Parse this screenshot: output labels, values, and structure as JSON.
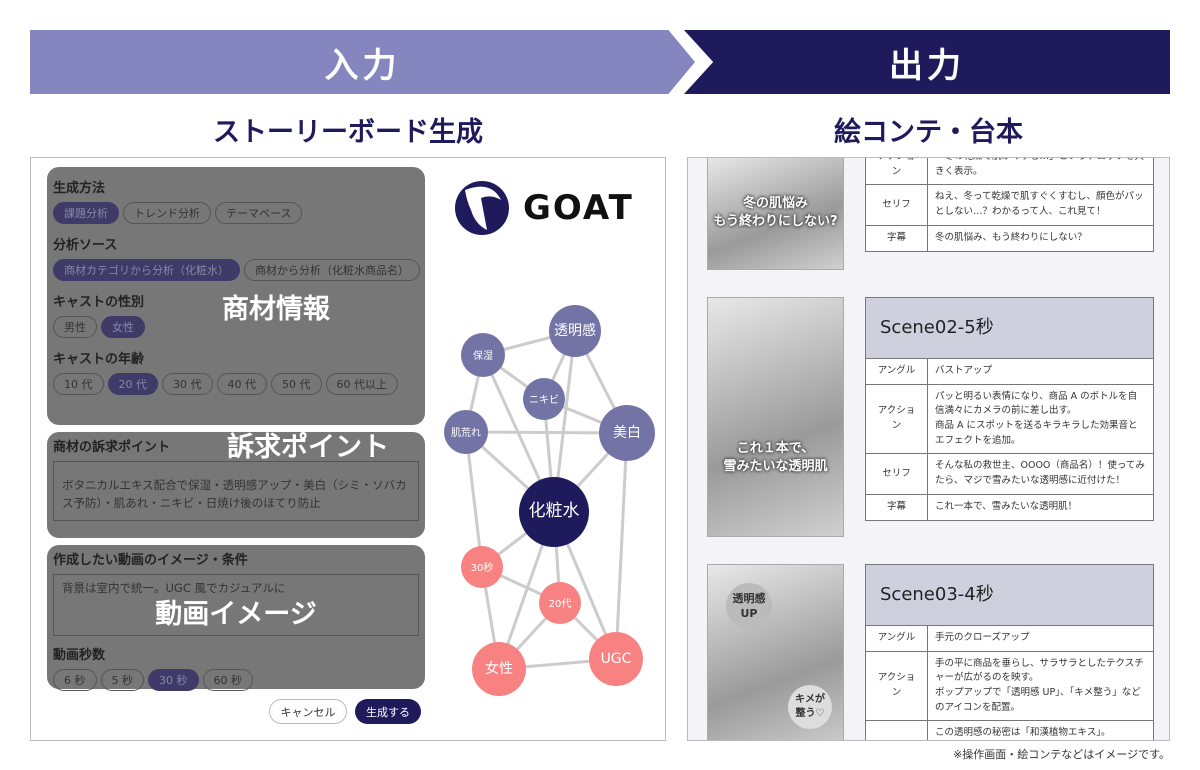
{
  "banner": {
    "input": "入力",
    "output": "出力"
  },
  "subtitles": {
    "left": "ストーリーボード生成",
    "right": "絵コンテ・台本"
  },
  "logo": {
    "text": "GOAT"
  },
  "form": {
    "method": {
      "label": "生成方法",
      "options": [
        "課題分析",
        "トレンド分析",
        "テーマベース"
      ],
      "selected": "課題分析"
    },
    "source": {
      "label": "分析ソース",
      "options": [
        "商材カテゴリから分析（化粧水）",
        "商材から分析（化粧水商品名）"
      ],
      "selected": "商材カテゴリから分析（化粧水）"
    },
    "gender": {
      "label": "キャストの性別",
      "options": [
        "男性",
        "女性"
      ],
      "selected": "女性"
    },
    "age": {
      "label": "キャストの年齢",
      "options": [
        "10 代",
        "20 代",
        "30 代",
        "40 代",
        "50 代",
        "60 代以上"
      ],
      "selected": "20 代"
    },
    "overlay1": "商材情報",
    "appeal": {
      "label": "商材の訴求ポイント",
      "value": "ボタニカルエキス配合で保湿・透明感アップ・美白（シミ・ソバカス予防）・肌あれ・ニキビ・日焼け後のほてり防止",
      "overlay": "訴求ポイント"
    },
    "image": {
      "label": "作成したい動画のイメージ・条件",
      "value": "背景は室内で統一。UGC 風でカジュアルに",
      "overlay": "動画イメージ"
    },
    "seconds": {
      "label": "動画秒数",
      "options": [
        "6 秒",
        "5 秒",
        "30 秒",
        "60 秒"
      ],
      "selected": "30 秒"
    },
    "cancel": "キャンセル",
    "generate": "生成する"
  },
  "graph": {
    "colors": {
      "center": "#1e1a5c",
      "topic": "#7473a6",
      "attr": "#f88282",
      "edge": "#cccccc"
    },
    "nodes": [
      {
        "id": "保湿",
        "type": "topic"
      },
      {
        "id": "透明感",
        "type": "topic"
      },
      {
        "id": "ニキビ",
        "type": "topic"
      },
      {
        "id": "肌荒れ",
        "type": "topic"
      },
      {
        "id": "美白",
        "type": "topic"
      },
      {
        "id": "化粧水",
        "type": "center"
      },
      {
        "id": "30秒",
        "type": "attr"
      },
      {
        "id": "20代",
        "type": "attr"
      },
      {
        "id": "女性",
        "type": "attr"
      },
      {
        "id": "UGC",
        "type": "attr"
      }
    ],
    "edges": [
      [
        "保湿",
        "透明感"
      ],
      [
        "保湿",
        "ニキビ"
      ],
      [
        "保湿",
        "肌荒れ"
      ],
      [
        "保湿",
        "化粧水"
      ],
      [
        "透明感",
        "ニキビ"
      ],
      [
        "透明感",
        "化粧水"
      ],
      [
        "透明感",
        "美白"
      ],
      [
        "ニキビ",
        "美白"
      ],
      [
        "ニキビ",
        "化粧水"
      ],
      [
        "肌荒れ",
        "美白"
      ],
      [
        "肌荒れ",
        "化粧水"
      ],
      [
        "肌荒れ",
        "30秒"
      ],
      [
        "美白",
        "化粧水"
      ],
      [
        "美白",
        "UGC"
      ],
      [
        "化粧水",
        "30秒"
      ],
      [
        "化粧水",
        "20代"
      ],
      [
        "化粧水",
        "女性"
      ],
      [
        "化粧水",
        "UGC"
      ],
      [
        "30秒",
        "20代"
      ],
      [
        "30秒",
        "女性"
      ],
      [
        "20代",
        "女性"
      ],
      [
        "20代",
        "UGC"
      ],
      [
        "女性",
        "UGC"
      ]
    ]
  },
  "storyboard": {
    "scene1": {
      "image_caption": "冬の肌悩み\nもう終わりにしない?",
      "rows": [
        {
          "k": "アクション",
          "v": "「冬の乾燥で肌がくすむ…」というテロップを大きく表示。"
        },
        {
          "k": "セリフ",
          "v": "ねえ、冬って乾燥で肌すぐくすむし、顔色がパッとしない…？わかるって人、これ見て！"
        },
        {
          "k": "字幕",
          "v": "冬の肌悩み、もう終わりにしない？"
        }
      ]
    },
    "scene2": {
      "title": "Scene02-5秒",
      "image_caption": "これ１本で、\n雪みたいな透明肌",
      "rows": [
        {
          "k": "アングル",
          "v": "バストアップ"
        },
        {
          "k": "アクション",
          "v": "パッと明るい表情になり、商品 A のボトルを自信満々にカメラの前に差し出す。\n商品 A にスポットを送るキラキラした効果音とエフェクトを追加。"
        },
        {
          "k": "セリフ",
          "v": "そんな私の救世主、OOOO（商品名）！使ってみたら、マジで雪みたいな透明感に近付けた！"
        },
        {
          "k": "字幕",
          "v": "これ一本で、雪みたいな透明肌！"
        }
      ]
    },
    "scene3": {
      "title": "Scene03-4秒",
      "image_caption": "透明感\nUP",
      "image_caption2": "キメが\n整う♡",
      "rows": [
        {
          "k": "アングル",
          "v": "手元のクローズアップ"
        },
        {
          "k": "アクション",
          "v": "手の平に商品を垂らし、サラサラとしたテクスチャーが広がるのを映す。\nポップアップで「透明感 UP」、「キメ整う」などのアイコンを配置。"
        },
        {
          "k": "",
          "v": "この透明感の秘密は「和漢植物エキス」。"
        }
      ]
    }
  },
  "note": "※操作画面・絵コンテなどはイメージです。"
}
